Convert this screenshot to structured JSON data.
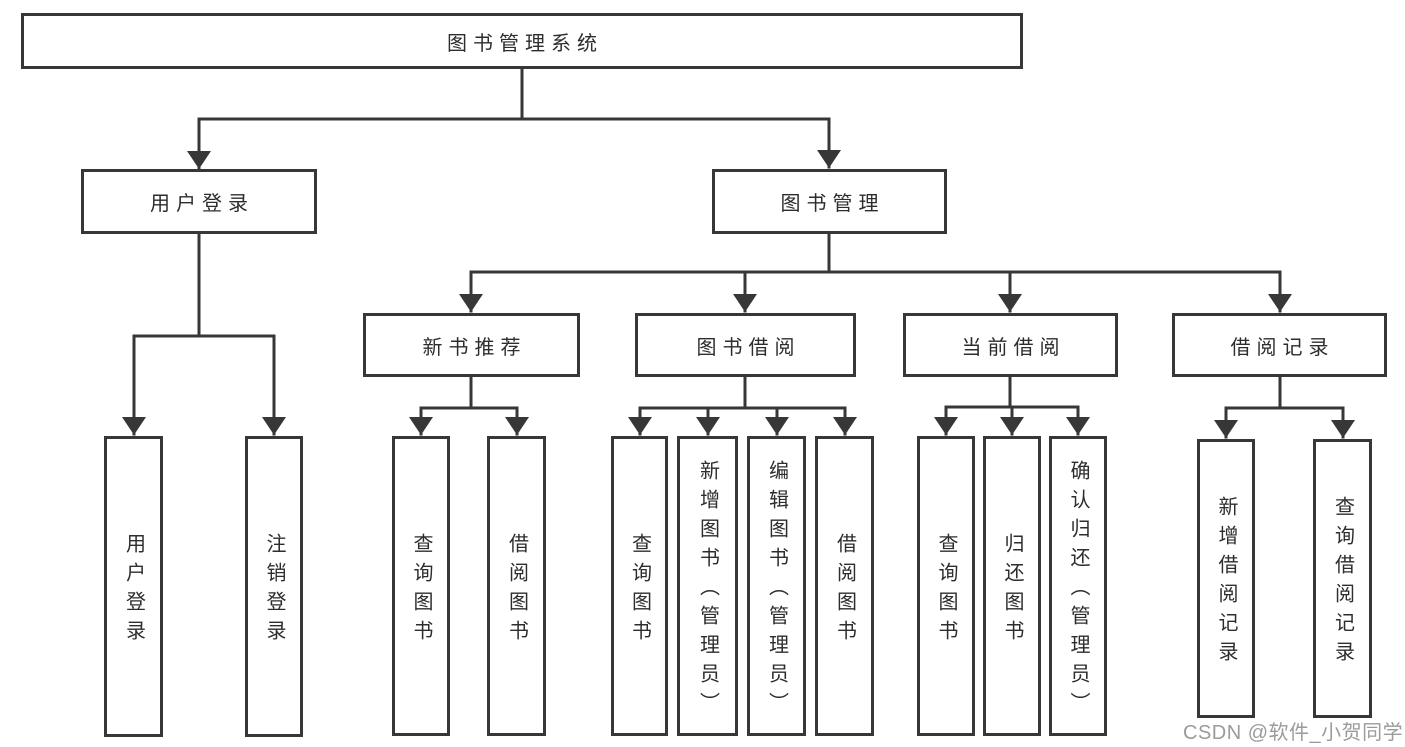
{
  "diagram": {
    "type": "hierarchy-tree",
    "orientation": "top-down",
    "colors": {
      "line": "#373737",
      "text": "#2d2d2d",
      "box_background": "#ffffff",
      "watermark": "#9b9b9b"
    }
  },
  "tree": {
    "root": {
      "label": "图书管理系统"
    },
    "branches": [
      {
        "label": "用户登录",
        "children": [
          {
            "label": "用户登录"
          },
          {
            "label": "注销登录"
          }
        ]
      },
      {
        "label": "图书管理",
        "children": [
          {
            "label": "新书推荐",
            "children": [
              {
                "label": "查询图书"
              },
              {
                "label": "借阅图书"
              }
            ]
          },
          {
            "label": "图书借阅",
            "children": [
              {
                "label": "查询图书"
              },
              {
                "label": "新增图书（管理员）"
              },
              {
                "label": "编辑图书（管理员）"
              },
              {
                "label": "借阅图书"
              }
            ]
          },
          {
            "label": "当前借阅",
            "children": [
              {
                "label": "查询图书"
              },
              {
                "label": "归还图书"
              },
              {
                "label": "确认归还（管理员）"
              }
            ]
          },
          {
            "label": "借阅记录",
            "children": [
              {
                "label": "新增借阅记录"
              },
              {
                "label": "查询借阅记录"
              }
            ]
          }
        ]
      }
    ]
  },
  "watermark": {
    "text": "CSDN @软件_小贺同学"
  }
}
